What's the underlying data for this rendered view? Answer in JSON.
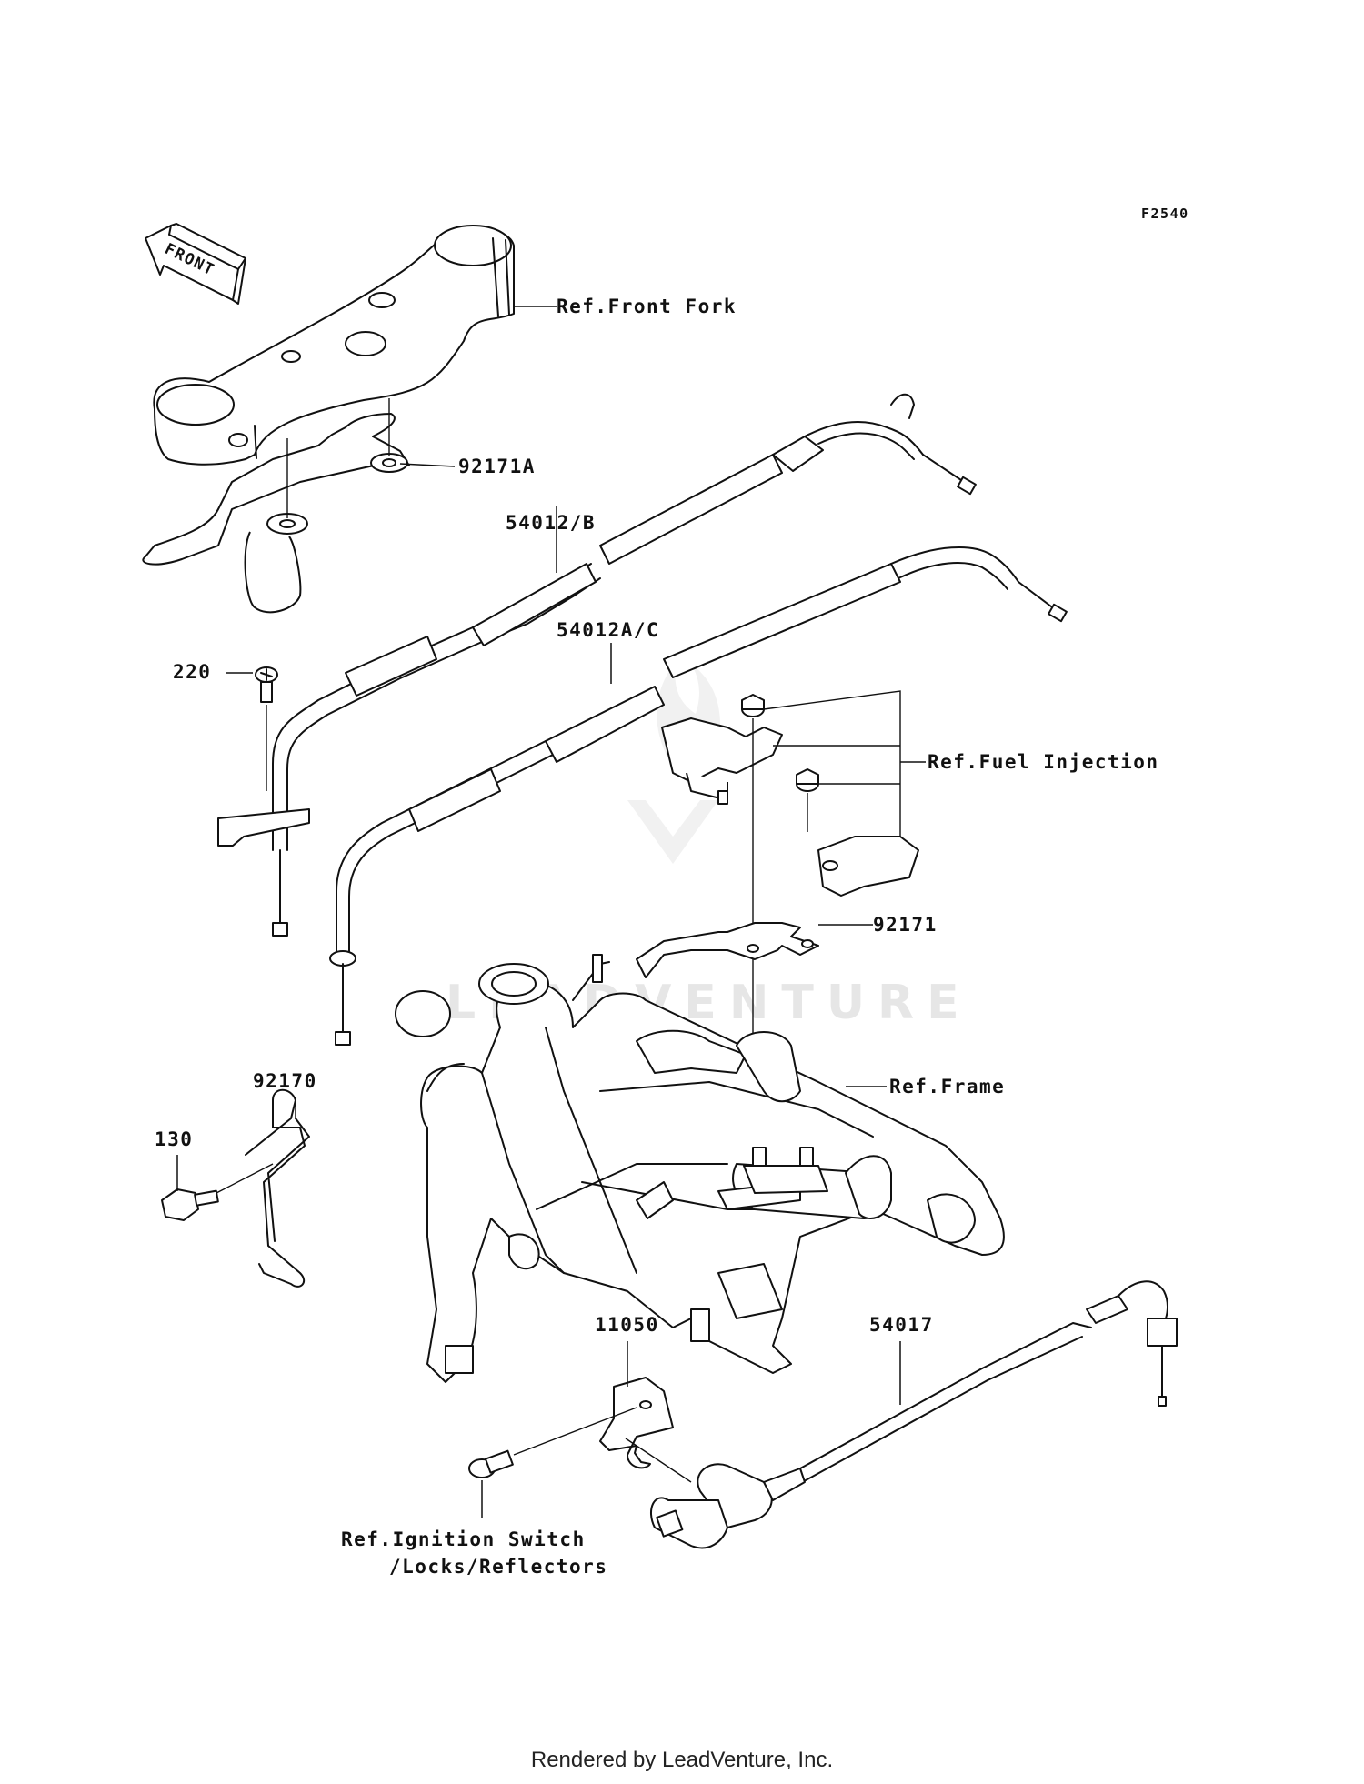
{
  "diagram_id": "F2540",
  "front_arrow_text": "FRONT",
  "watermark": "LEADVENTURE",
  "footer": "Rendered by LeadVenture, Inc.",
  "labels": {
    "ref_front_fork": "Ref.Front Fork",
    "p92171a": "92171A",
    "p54012b": "54012/B",
    "p220": "220",
    "p54012ac": "54012A/C",
    "ref_fuel_injection": "Ref.Fuel Injection",
    "p92171": "92171",
    "ref_frame": "Ref.Frame",
    "p92170": "92170",
    "p130": "130",
    "p11050": "11050",
    "p54017": "54017",
    "ref_ignition_1": "Ref.Ignition Switch",
    "ref_ignition_2": "/Locks/Reflectors"
  }
}
